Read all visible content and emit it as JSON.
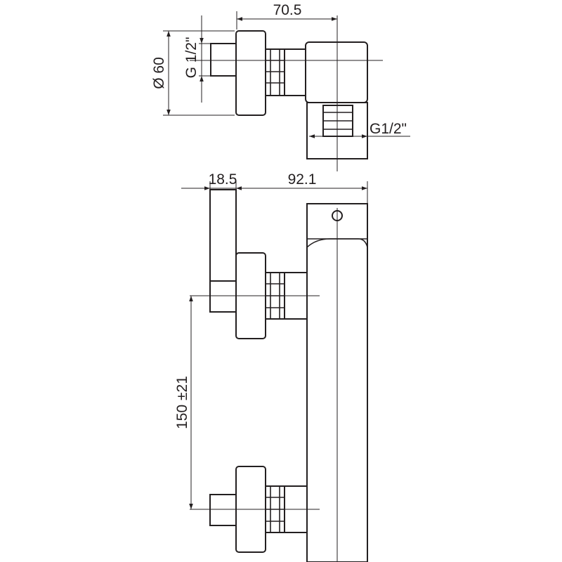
{
  "dimensions": {
    "width_top": "70.5",
    "diameter": "Ø 60",
    "thread_inlet": "G 1/2\"",
    "thread_outlet": "G1/2\"",
    "offset": "18.5",
    "depth": "92.1",
    "centers": "150 ±21"
  },
  "colors": {
    "line": "#231f20",
    "background": "#ffffff"
  }
}
